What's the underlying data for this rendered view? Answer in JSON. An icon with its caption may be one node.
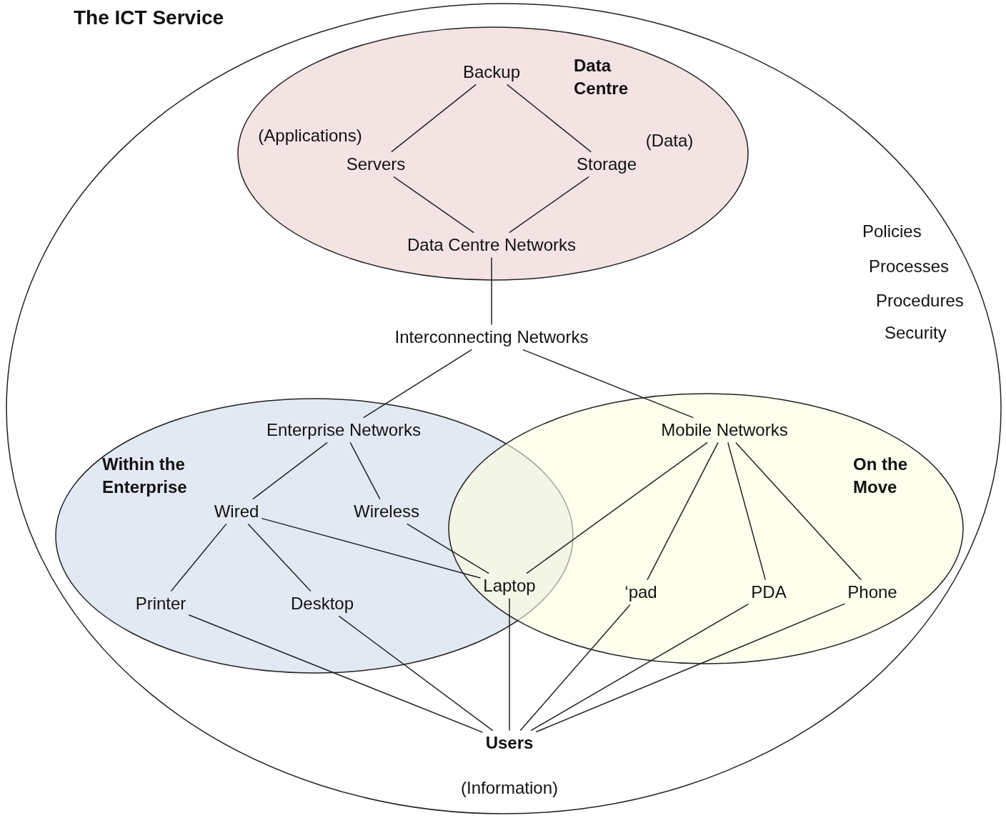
{
  "diagram": {
    "nodes": [
      {
        "text": [
          "The ICT Service"
        ]
      },
      {
        "text": [
          "Data Centre"
        ],
        "in": 0
      },
      {
        "text": [
          "Backup"
        ],
        "in": 1
      },
      {
        "text": [
          "Servers"
        ],
        "beside": [
          "(Applications)"
        ],
        "in": 1
      },
      {
        "text": [
          "Storage"
        ],
        "beside": [
          "(Data)"
        ],
        "in": 1
      },
      {
        "text": [
          "Data Centre Networks"
        ],
        "in": 1
      },
      {
        "text": [
          "Interconnecting Networks"
        ],
        "in": 0
      },
      {
        "text": [
          "Within the Enterprise"
        ],
        "in": 0
      },
      {
        "text": [
          "Enterprise Networks"
        ],
        "in": 7
      },
      {
        "text": [
          "Wired"
        ],
        "in": 7
      },
      {
        "text": [
          "Wireless"
        ],
        "in": 7
      },
      {
        "text": [
          "Printer"
        ],
        "in": 7
      },
      {
        "text": [
          "Desktop"
        ],
        "in": 7
      },
      {
        "text": [
          "On the Move"
        ],
        "in": 0
      },
      {
        "text": [
          "Mobile Networks"
        ],
        "in": 13
      },
      {
        "text": [
          "Laptop"
        ]
      },
      {
        "text": [
          "‘pad"
        ],
        "in": 13
      },
      {
        "text": [
          "PDA"
        ],
        "in": 13
      },
      {
        "text": [
          "Phone"
        ],
        "in": 13
      },
      {
        "text": [
          "Users"
        ],
        "beside": [
          "(Information)"
        ],
        "in": 0
      }
    ],
    "edges": [
      {
        "from": 2,
        "to": 3,
        "arrow": "none"
      },
      {
        "from": 2,
        "to": 4,
        "arrow": "none"
      },
      {
        "from": 3,
        "to": 5,
        "arrow": "none"
      },
      {
        "from": 4,
        "to": 5,
        "arrow": "none"
      },
      {
        "from": 5,
        "to": 6,
        "arrow": "none"
      },
      {
        "from": 6,
        "to": 8,
        "arrow": "none"
      },
      {
        "from": 6,
        "to": 14,
        "arrow": "none"
      },
      {
        "from": 8,
        "to": 9,
        "arrow": "none"
      },
      {
        "from": 8,
        "to": 10,
        "arrow": "none"
      },
      {
        "from": 9,
        "to": 11,
        "arrow": "none"
      },
      {
        "from": 9,
        "to": 12,
        "arrow": "none"
      },
      {
        "from": 9,
        "to": 15,
        "arrow": "none"
      },
      {
        "from": 10,
        "to": 15,
        "arrow": "none"
      },
      {
        "from": 14,
        "to": 15,
        "arrow": "none"
      },
      {
        "from": 14,
        "to": 16,
        "arrow": "none"
      },
      {
        "from": 14,
        "to": 17,
        "arrow": "none"
      },
      {
        "from": 14,
        "to": 18,
        "arrow": "none"
      },
      {
        "from": 11,
        "to": 19,
        "arrow": "none"
      },
      {
        "from": 12,
        "to": 19,
        "arrow": "none"
      },
      {
        "from": 15,
        "to": 19,
        "arrow": "none"
      },
      {
        "from": 16,
        "to": 19,
        "arrow": "none"
      },
      {
        "from": 17,
        "to": 19,
        "arrow": "none"
      },
      {
        "from": 18,
        "to": 19,
        "arrow": "none"
      }
    ],
    "labels": [
      "Policies",
      "Processes",
      "Procedures",
      "Security"
    ]
  }
}
